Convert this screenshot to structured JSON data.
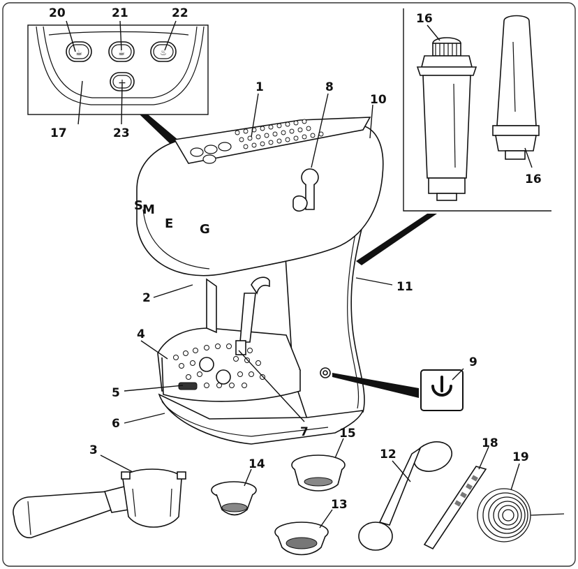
{
  "labels": {
    "l1": "1",
    "l2": "2",
    "l3": "3",
    "l4": "4",
    "l5": "5",
    "l6": "6",
    "l7": "7",
    "l8": "8",
    "l9": "9",
    "l10": "10",
    "l11": "11",
    "l12": "12",
    "l13": "13",
    "l14": "14",
    "l15": "15",
    "l16a": "16",
    "l16b": "16",
    "l17": "17",
    "l18": "18",
    "l19": "19",
    "l20": "20",
    "l21": "21",
    "l22": "22",
    "l23": "23"
  },
  "logo_letters": "SMEG",
  "colors": {
    "line": "#111111",
    "background": "#ffffff",
    "frame": "#333333"
  }
}
